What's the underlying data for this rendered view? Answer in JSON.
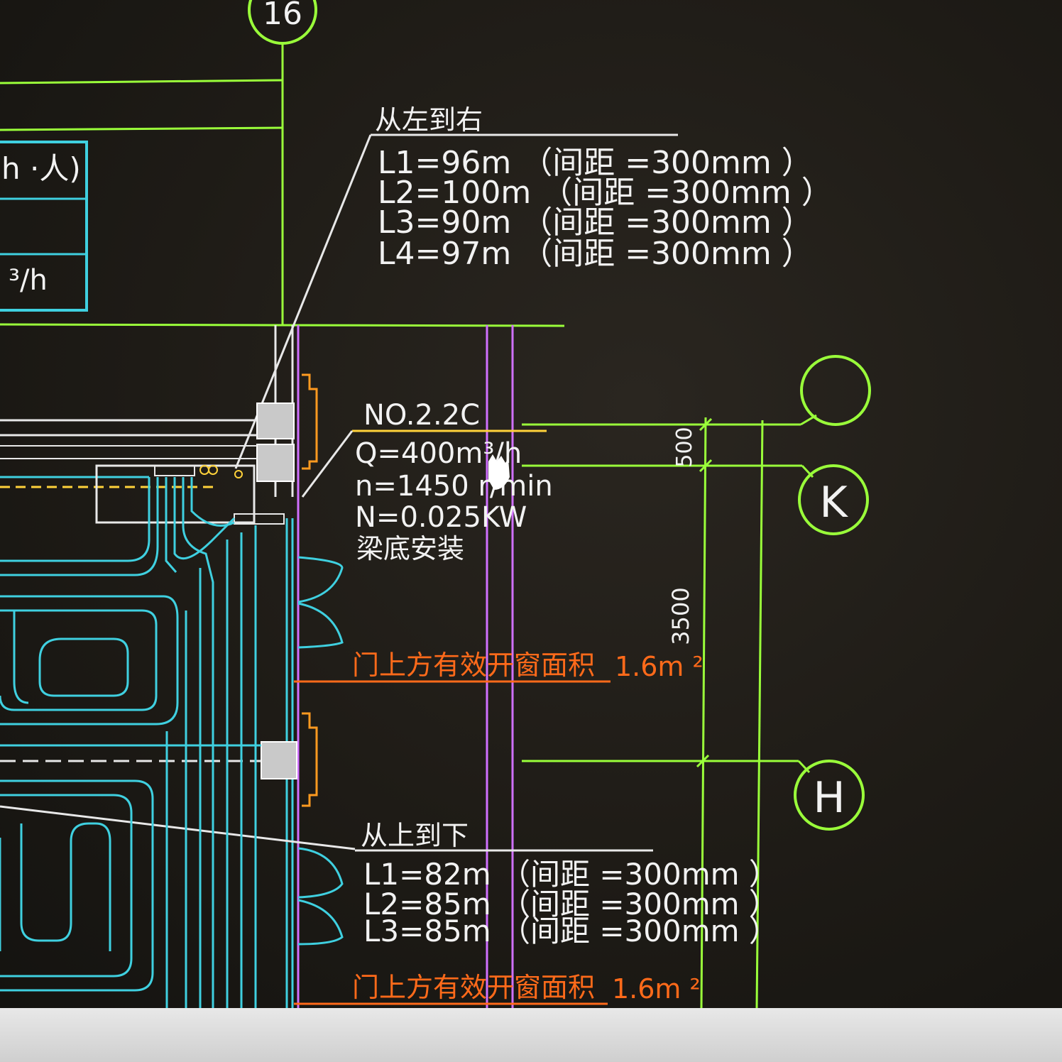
{
  "axis_labels": {
    "grid_16": "16",
    "grid_k": "K",
    "grid_h": "H"
  },
  "legend_fragments": {
    "row1": "h ·人)",
    "row3": "³/h"
  },
  "top_note": {
    "heading": "从左到右",
    "lines": [
      "L1=96m （间距 =300mm ）",
      "L2=100m （间距 =300mm ）",
      "L3=90m （间距 =300mm ）",
      "L4=97m （间距 =300mm ）"
    ]
  },
  "fan": {
    "model": "NO.2.2C",
    "flow": "Q=400m³/h",
    "speed": "n=1450 r/min",
    "power": "N=0.025KW",
    "install": "梁底安装"
  },
  "window_notes": [
    {
      "text": "门上方有效开窗面积",
      "value": "1.6m ²"
    },
    {
      "text": "门上方有效开窗面积",
      "value": "1.6m ²"
    }
  ],
  "dimensions": {
    "d1": "500",
    "d2": "3500"
  },
  "bottom_note": {
    "heading": "从上到下",
    "lines": [
      "L1=82m （间距 =300mm ）",
      "L2=85m （间距 =300mm ）",
      "L3=85m （间距 =300mm ）"
    ]
  },
  "colors": {
    "grid_line": "#9aff3a",
    "pipe": "#3fd0e0",
    "magenta": "#d070ff",
    "orange": "#ff6a1a",
    "text": "#f2f2f2"
  }
}
